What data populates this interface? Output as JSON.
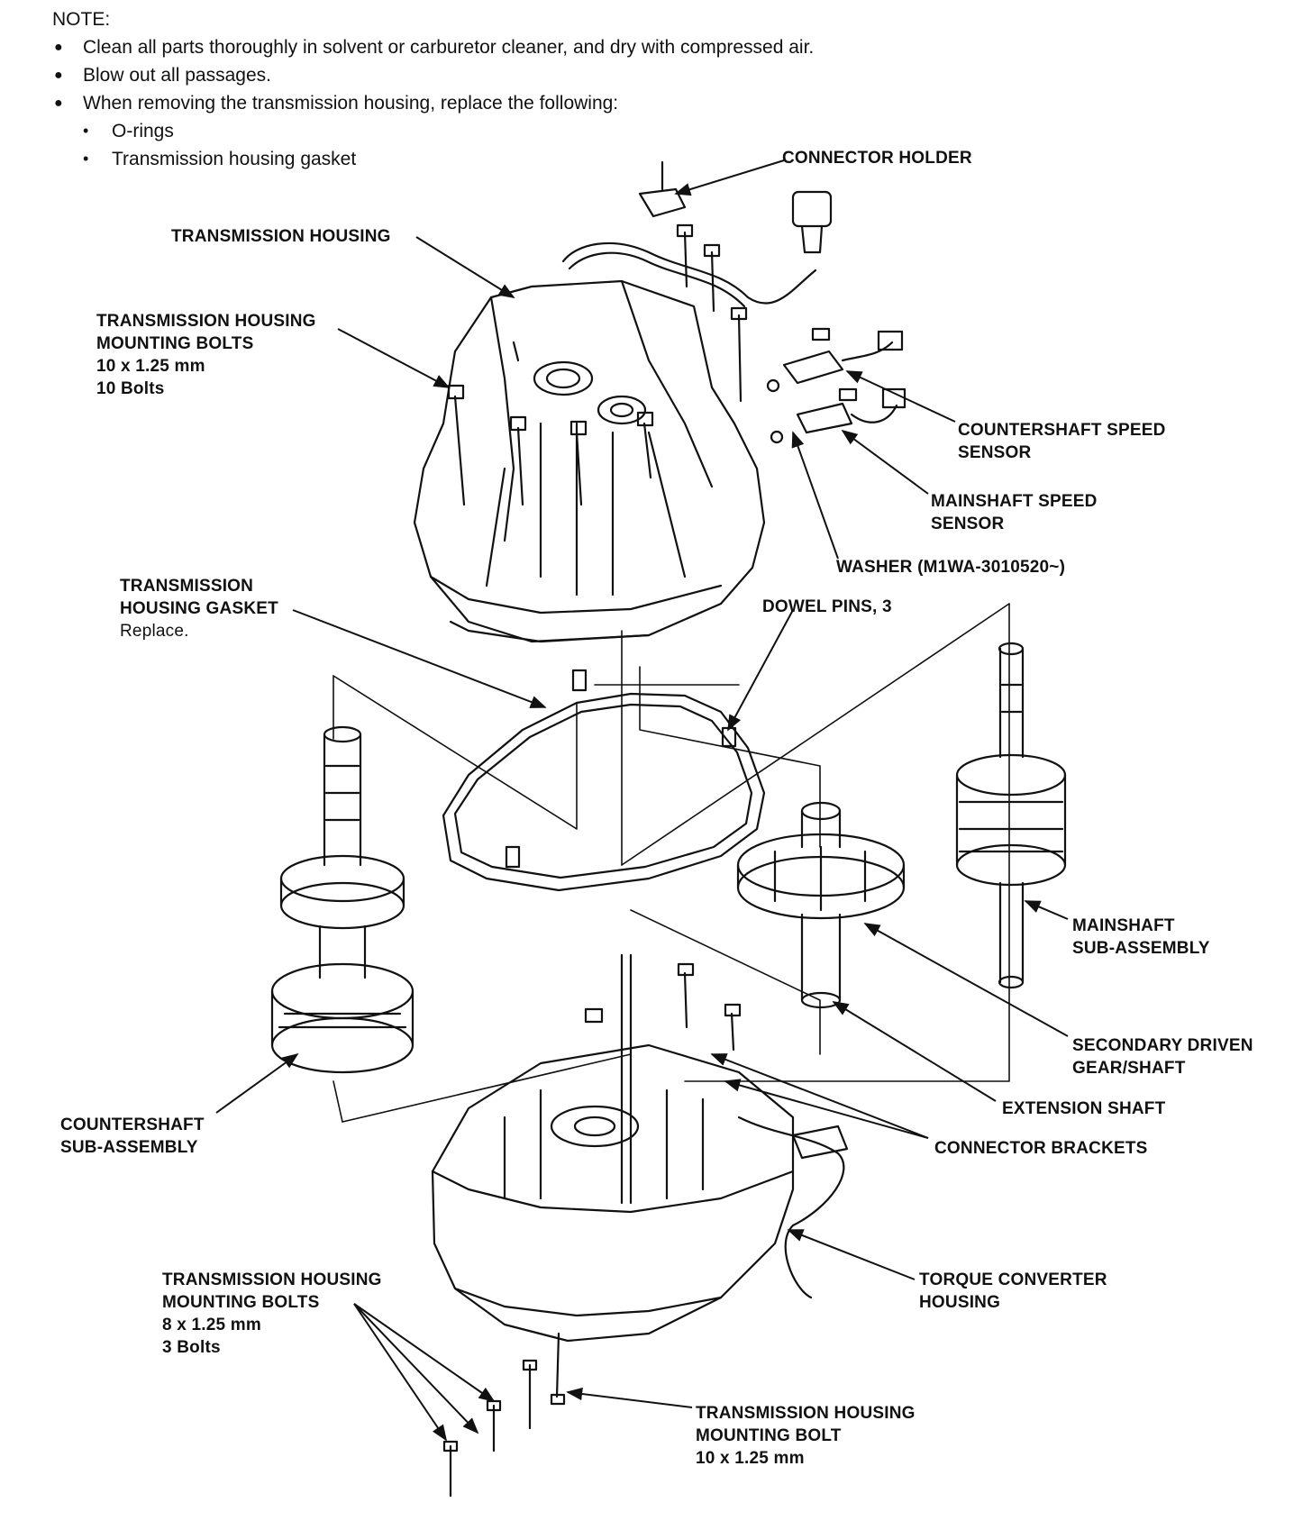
{
  "note": {
    "heading": "NOTE:",
    "bullets": [
      "Clean all parts thoroughly in solvent or carburetor cleaner, and dry with compressed air.",
      "Blow out all passages.",
      "When removing the transmission housing, replace the following:"
    ],
    "sub_bullets": [
      "O-rings",
      "Transmission housing gasket"
    ]
  },
  "labels": {
    "connector_holder": "CONNECTOR HOLDER",
    "transmission_housing": "TRANSMISSION HOUSING",
    "tm_bolts_top": {
      "line1": "TRANSMISSION HOUSING",
      "line2": "MOUNTING BOLTS",
      "line3": "10 x 1.25 mm",
      "line4": "10 Bolts"
    },
    "countershaft_speed_sensor": {
      "line1": "COUNTERSHAFT SPEED",
      "line2": "SENSOR"
    },
    "mainshaft_speed_sensor": {
      "line1": "MAINSHAFT SPEED",
      "line2": "SENSOR"
    },
    "washer": "WASHER (M1WA-3010520~)",
    "gasket": {
      "line1": "TRANSMISSION",
      "line2": "HOUSING GASKET",
      "line3": "Replace."
    },
    "dowel_pins": "DOWEL PINS, 3",
    "mainshaft_sub": {
      "line1": "MAINSHAFT",
      "line2": "SUB-ASSEMBLY"
    },
    "secondary_driven": {
      "line1": "SECONDARY DRIVEN",
      "line2": "GEAR/SHAFT"
    },
    "extension_shaft": "EXTENSION SHAFT",
    "connector_brackets": "CONNECTOR BRACKETS",
    "countershaft_sub": {
      "line1": "COUNTERSHAFT",
      "line2": "SUB-ASSEMBLY"
    },
    "torque_converter_housing": {
      "line1": "TORQUE CONVERTER",
      "line2": "HOUSING"
    },
    "tm_bolts_bottom": {
      "line1": "TRANSMISSION HOUSING",
      "line2": "MOUNTING BOLTS",
      "line3": "8 x 1.25 mm",
      "line4": "3 Bolts"
    },
    "tm_bolt_single": {
      "line1": "TRANSMISSION HOUSING",
      "line2": "MOUNTING BOLT",
      "line3": "10 x 1.25 mm"
    }
  }
}
